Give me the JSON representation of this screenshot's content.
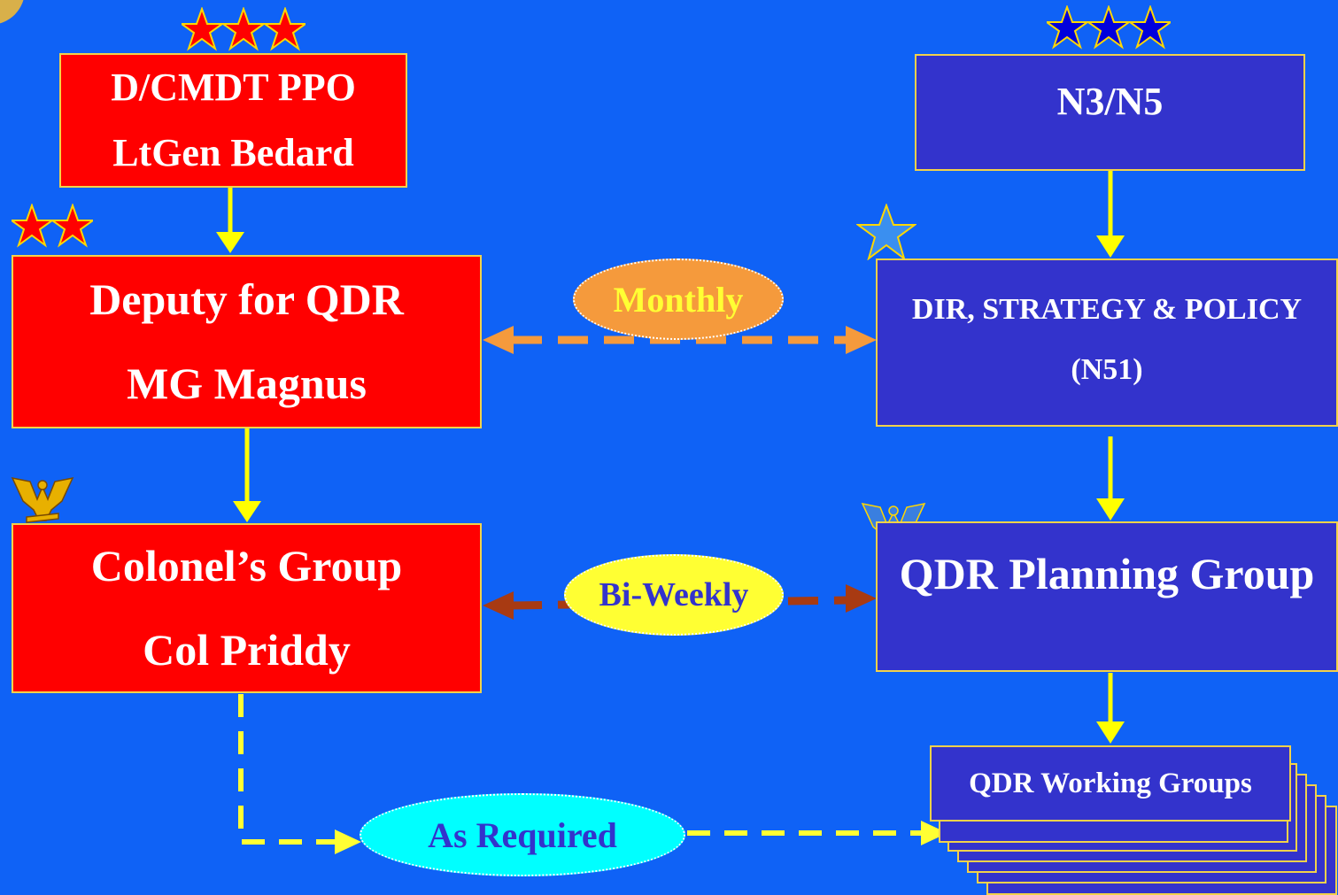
{
  "left_column": {
    "top_box": {
      "line1": "D/CMDT PPO",
      "line2": "LtGen Bedard"
    },
    "middle_box": {
      "line1": "Deputy for QDR",
      "line2": "MG Magnus"
    },
    "bottom_box": {
      "line1": "Colonel’s Group",
      "line2": "Col Priddy"
    }
  },
  "right_column": {
    "top_box": {
      "line1": "N3/N5"
    },
    "middle_box": {
      "line1": "DIR, STRATEGY & POLICY",
      "line2": "(N51)"
    },
    "bottom_box": {
      "line1": "QDR Planning Group"
    },
    "working_groups": {
      "label": "QDR Working Groups"
    }
  },
  "meetings": {
    "monthly": "Monthly",
    "bi_weekly": "Bi-Weekly",
    "as_required": "As Required"
  },
  "ranks": {
    "left_top": "three-star-icon",
    "left_middle": "two-star-icon",
    "left_bottom": "eagle-insignia-icon",
    "right_top": "three-star-icon",
    "right_middle": "one-star-icon",
    "right_bottom": "eagle-insignia-icon"
  },
  "colors": {
    "background": "#0f62f6",
    "marine_box": "#ff0000",
    "navy_box": "#3333cc",
    "border": "#f2d24a",
    "solid_arrow": "#ffff00",
    "monthly_arrow": "#f59a3c",
    "biweekly_arrow": "#a83a12",
    "monthly_oval": "#f59a3c",
    "biweekly_oval": "#ffff33",
    "as_required_oval": "#00ffff"
  }
}
